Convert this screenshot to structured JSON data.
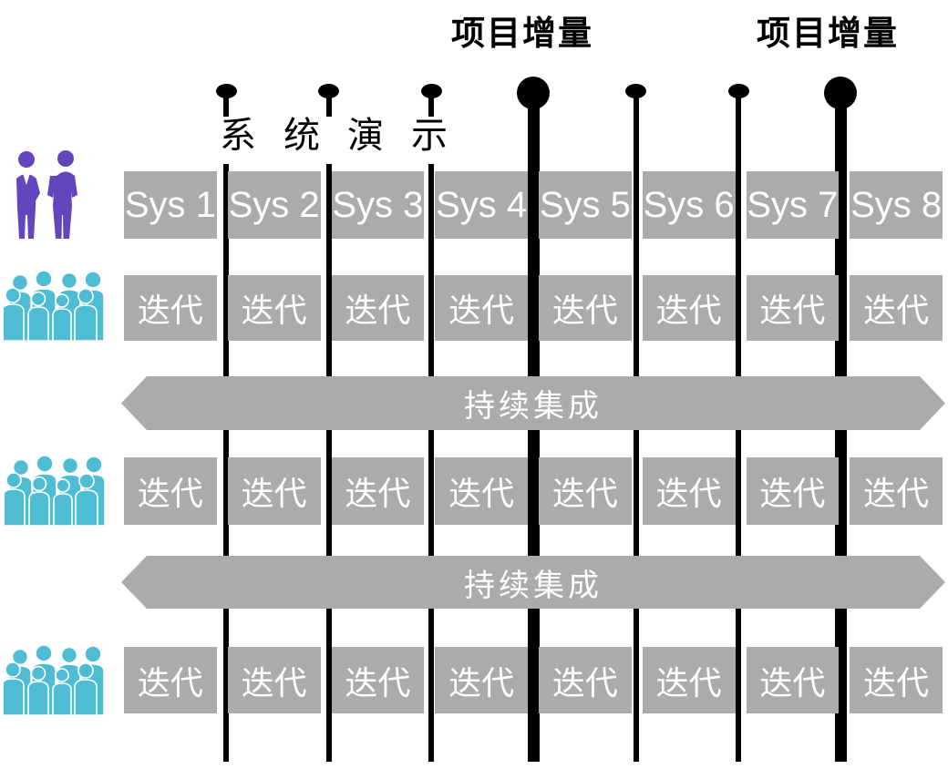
{
  "header": {
    "project_increment_labels": [
      "项目增量",
      "项目增量"
    ],
    "system_demo_label": "系统演示"
  },
  "milestones": [
    {
      "id": 1,
      "type": "minor"
    },
    {
      "id": 2,
      "type": "minor"
    },
    {
      "id": 3,
      "type": "minor"
    },
    {
      "id": 4,
      "type": "major"
    },
    {
      "id": 5,
      "type": "minor"
    },
    {
      "id": 6,
      "type": "minor"
    },
    {
      "id": 7,
      "type": "major"
    }
  ],
  "sys_row": {
    "cells": [
      "Sys 1",
      "Sys 2",
      "Sys 3",
      "Sys 4",
      "Sys 5",
      "Sys 6",
      "Sys 7",
      "Sys 8"
    ]
  },
  "iteration_rows": [
    {
      "cells": [
        "迭代",
        "迭代",
        "迭代",
        "迭代",
        "迭代",
        "迭代",
        "迭代",
        "迭代"
      ]
    },
    {
      "cells": [
        "迭代",
        "迭代",
        "迭代",
        "迭代",
        "迭代",
        "迭代",
        "迭代",
        "迭代"
      ]
    },
    {
      "cells": [
        "迭代",
        "迭代",
        "迭代",
        "迭代",
        "迭代",
        "迭代",
        "迭代",
        "迭代"
      ]
    }
  ],
  "ci_bars": [
    {
      "label": "持续集成"
    },
    {
      "label": "持续集成"
    }
  ],
  "icons": {
    "team_pair": "two-person-silhouette",
    "team_crowd": "crowd-silhouette"
  },
  "colors": {
    "background": "#FFFFFF",
    "box_gray": "#ABABAB",
    "line_black": "#000000",
    "text_black": "#000000",
    "box_text_white": "#FFFFFF",
    "people_purple": "#6346BD",
    "people_teal": "#4EBDD4"
  }
}
